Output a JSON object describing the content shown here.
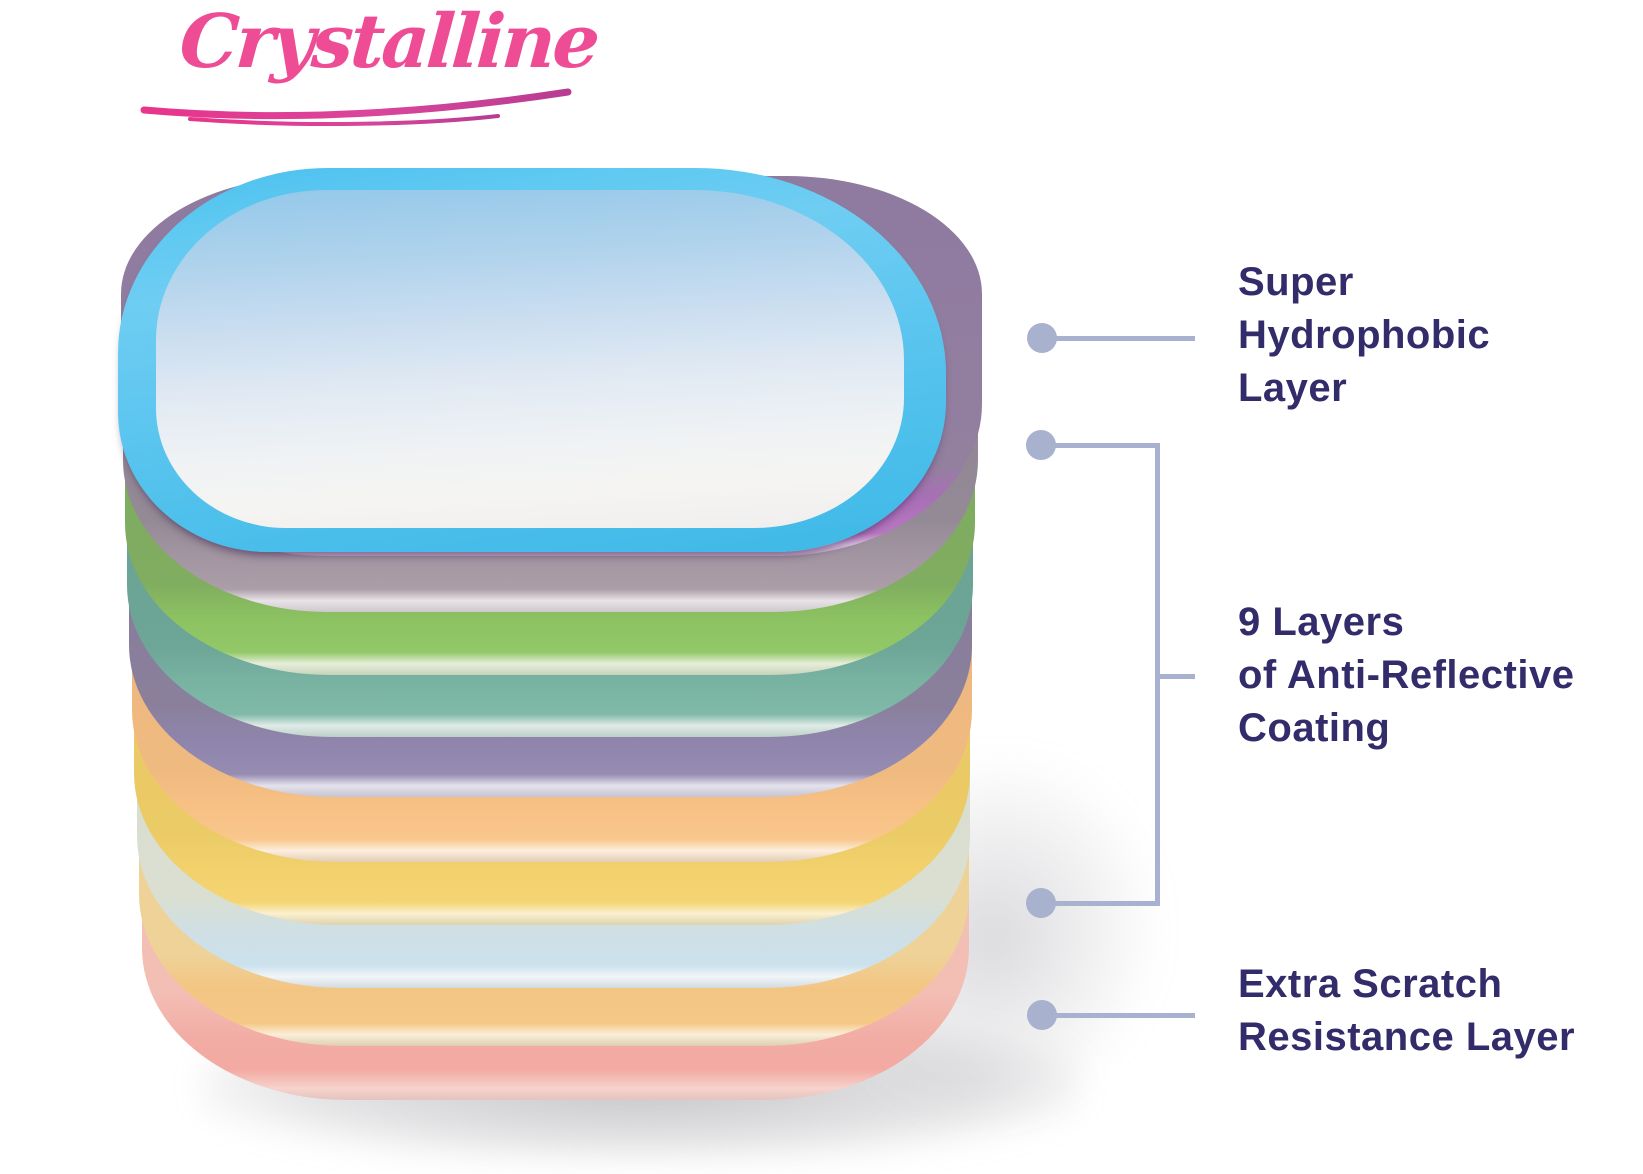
{
  "logo": {
    "text": "Crystalline",
    "color": "#EE4D96"
  },
  "diagram": {
    "type": "lens-coating-layer-stack",
    "label_color": "#332C6B",
    "connector_color": "#A8B2CF",
    "annotations": [
      {
        "id": "super-hydrophobic",
        "text": "Super\nHydrophobic\nLayer"
      },
      {
        "id": "anti-reflective",
        "text": "9 Layers\nof Anti-Reflective\nCoating"
      },
      {
        "id": "scratch-resistance",
        "text": "Extra Scratch\nResistance Layer"
      }
    ],
    "layers": [
      {
        "role": "super-hydrophobic-layer",
        "edge_color": "#49BFEE",
        "face_color": "#D7E4F1"
      },
      {
        "role": "anti-reflective-coating-1",
        "edge_color": "#B877C2",
        "face_color": "#8F7AA0"
      },
      {
        "role": "anti-reflective-coating-2",
        "edge_color": "#AB9EA8",
        "face_color": "#8D8292"
      },
      {
        "role": "anti-reflective-coating-3",
        "edge_color": "#93C868",
        "face_color": "#79A85E"
      },
      {
        "role": "anti-reflective-coating-4",
        "edge_color": "#80B9A8",
        "face_color": "#67A090"
      },
      {
        "role": "anti-reflective-coating-5",
        "edge_color": "#968CB2",
        "face_color": "#847A99"
      },
      {
        "role": "anti-reflective-coating-6",
        "edge_color": "#F9C68C",
        "face_color": "#EDB57E"
      },
      {
        "role": "anti-reflective-coating-7",
        "edge_color": "#F4D573",
        "face_color": "#E9C764"
      },
      {
        "role": "anti-reflective-coating-8",
        "edge_color": "#CBE1ED",
        "face_color": "#D8DDCF"
      },
      {
        "role": "anti-reflective-coating-9",
        "edge_color": "#F5C887",
        "face_color": "#ECD49A"
      },
      {
        "role": "extra-scratch-resistance-layer",
        "edge_color": "#F2AAA2",
        "face_color": "#F3C4BA"
      }
    ]
  }
}
